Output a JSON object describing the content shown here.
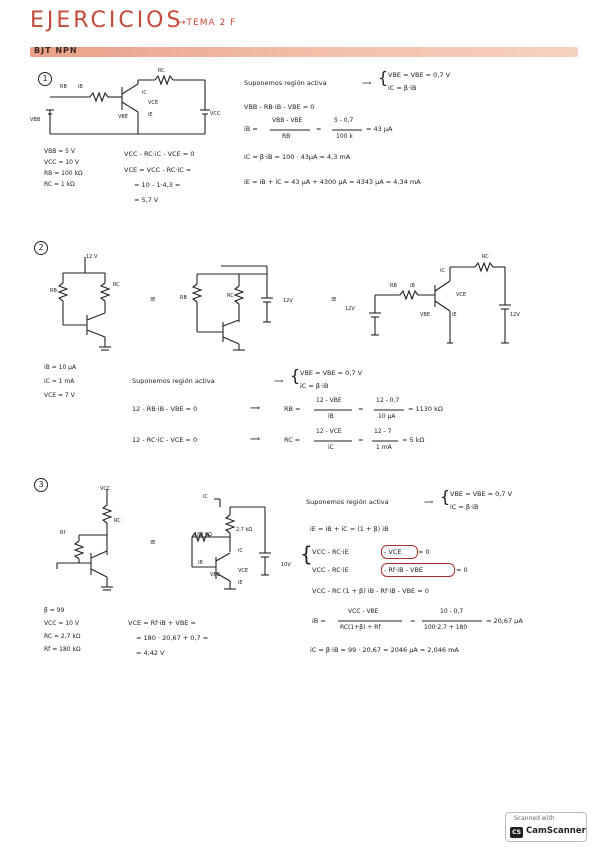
{
  "header": {
    "title": "EJERCICIOS",
    "subtitle": "→TEMA 2 F",
    "section": "BJT NPN"
  },
  "ex1": {
    "number": "1",
    "circuit_labels": [
      "RB",
      "iB",
      "RC",
      "iC",
      "VCE",
      "VBE",
      "iE",
      "VBB",
      "VCC"
    ],
    "givens": [
      "VBB = 5 V",
      "VCC = 10 V",
      "RB = 100 kΩ",
      "RC = 1 kΩ"
    ],
    "kvl_out": [
      "VCC - RC·iC - VCE = 0",
      "VCE = VCC - RC·iC =",
      "= 10 - 1·4,3 =",
      "= 5,7 V"
    ],
    "hyp": "Suponemos región activa",
    "hyp_conds": [
      "VBE = VBE = 0,7 V",
      "iC = β·iB"
    ],
    "eq1": "VBB - RB·iB - VBE = 0",
    "ib_lhs": "iB =",
    "ib_num": "VBB - VBE",
    "ib_den": "RB",
    "ib_num2": "5 - 0,7",
    "ib_den2": "100 k",
    "ib_res": "= 43 μA",
    "ic": "iC = β·iB = 100 · 43μA = 4,3 mA",
    "ie": "iE = iB + iC = 43 μA + 4300 μA = 4343 μA = 4,34 mA"
  },
  "ex2": {
    "number": "2",
    "circuit_labels": [
      "12 V",
      "RB",
      "RC",
      "RB",
      "RC",
      "12V",
      "iC",
      "RB",
      "iB",
      "VCE",
      "VBE",
      "iE",
      "12V",
      "12V",
      "RC"
    ],
    "equiv": [
      "≡",
      "≡"
    ],
    "givens": [
      "iB = 10 μA",
      "iC = 1 mA",
      "VCE = 7 V"
    ],
    "hyp": "Suponemos región activa",
    "hyp_conds": [
      "VBE = VBE = 0,7 V",
      "iC = β·iB"
    ],
    "eq_b": "12 - RB·iB - VBE = 0",
    "arrow": "⟹",
    "rb_lhs": "RB =",
    "rb_num": "12 - VBE",
    "rb_den": "iB",
    "rb_num2": "12 - 0,7",
    "rb_den2": "10 μA",
    "rb_res": "= 1130 kΩ",
    "eq_c": "12 - RC·iC - VCE = 0",
    "rc_lhs": "RC =",
    "rc_num": "12 - VCE",
    "rc_den": "iC",
    "rc_num2": "12 - 7",
    "rc_den2": "1 mA",
    "rc_res": "= 5 kΩ"
  },
  "ex3": {
    "number": "3",
    "circuit_labels": [
      "VCC",
      "RC",
      "Rf",
      "iC",
      "2,7 kΩ",
      "180 kΩ",
      "iB",
      "iC",
      "VCE",
      "VBE",
      "iE",
      "10V"
    ],
    "equiv": "≡",
    "givens": [
      "β = 99",
      "VCC = 10 V",
      "RC = 2,7 kΩ",
      "Rf = 180 kΩ"
    ],
    "vce_lines": [
      "VCE = Rf·iB + VBE =",
      "= 180 · 20,67 + 0,7 =",
      "= 4,42 V"
    ],
    "hyp": "Suponemos región activa",
    "hyp_conds": [
      "VBE = VBE = 0,7 V",
      "iC = β·iB"
    ],
    "ie_eq": "iE = iB + iC = (1 + β) iB",
    "kvl1_a": "VCC - RC·iE",
    "kvl1_b": "- VCE",
    "kvl1_c": "= 0",
    "kvl2_a": "VCC - RC·iE",
    "kvl2_b": "- Rf·iB - VBE",
    "kvl2_c": "= 0",
    "kvl3": "VCC - RC (1 + β) iB - Rf·iB - VBE = 0",
    "ib_lhs": "iB =",
    "ib_num": "VCC - VBE",
    "ib_den": "RC(1+β) + Rf",
    "ib_eq": "=",
    "ib_num2": "10 - 0,7",
    "ib_den2": "100·2,7 + 180",
    "ib_res": "= 20,67 μA",
    "ic": "iC = β·iB = 99 · 20,67 = 2046 μA = 2,046 mA"
  },
  "badge": {
    "scanned": "Scanned with",
    "app": "CamScanner",
    "icon": "CS"
  },
  "colors": {
    "accent": "#c44a3a",
    "ink": "#1b1b1b",
    "banner": "#f0b49e",
    "circle": "#b03030"
  }
}
